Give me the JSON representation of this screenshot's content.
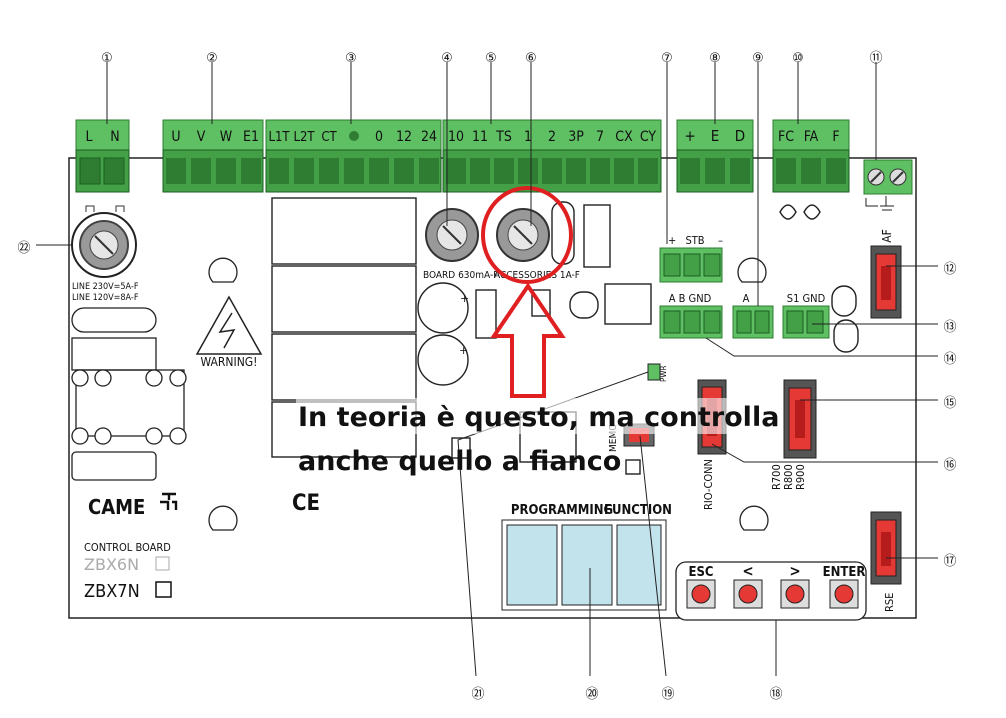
{
  "terminals": {
    "t1": [
      "L",
      "N"
    ],
    "t2": [
      "U",
      "V",
      "W",
      "E1"
    ],
    "t3": [
      "L1T",
      "L2T",
      "CT",
      "",
      "0",
      "12",
      "24"
    ],
    "t4": [
      "10",
      "11",
      "TS",
      "1",
      "2",
      "3P",
      "7",
      "CX",
      "CY"
    ],
    "t5": [
      "+",
      "E",
      "D"
    ],
    "t6": [
      "FC",
      "FA",
      "F"
    ]
  },
  "labels": {
    "fuse_line": "LINE 230V=5A-F",
    "fuse_line2": "LINE 120V=8A-F",
    "fuse_board": "BOARD 630mA-F",
    "fuse_acc": "ACCESSORIES 1A-F",
    "stb": "STB",
    "ab_gnd": "A  B GND",
    "a": "A",
    "s1_gnd": "S1 GND",
    "af": "AF",
    "pwr": "PWR",
    "memo": "MEMO",
    "rio": "RIO-CONN",
    "r700": "R700",
    "r800": "R800",
    "r900": "R900",
    "rse": "RSE",
    "warning": "WARNING!",
    "came": "CAME",
    "ce": "CE",
    "control_board": "CONTROL BOARD",
    "zbx6n": "ZBX6N",
    "zbx7n": "ZBX7N",
    "prog": "PROGRAMMING",
    "func": "FUNCTION",
    "esc": "ESC",
    "lt": "<",
    "gt": ">",
    "enter": "ENTER"
  },
  "callouts": {
    "n1": "①",
    "n2": "②",
    "n3": "③",
    "n4": "④",
    "n5": "⑤",
    "n6": "⑥",
    "n7": "⑦",
    "n8": "⑧",
    "n9": "⑨",
    "n10": "⑩",
    "n11": "⑪",
    "n12": "⑫",
    "n13": "⑬",
    "n14": "⑭",
    "n15": "⑮",
    "n16": "⑯",
    "n17": "⑰",
    "n18": "⑱",
    "n19": "⑲",
    "n20": "⑳",
    "n21": "㉑",
    "n22": "㉒"
  },
  "annotation": {
    "line1": "In teoria è questo, ma controlla",
    "line2": "anche quello a fianco"
  },
  "colors": {
    "terminal_green": "#5fbf63",
    "terminal_dark": "#2e7d32",
    "connector_red": "#e53935",
    "button_red": "#e53935",
    "lcd_blue": "#c3e3ec",
    "highlight_red": "#e02020"
  }
}
